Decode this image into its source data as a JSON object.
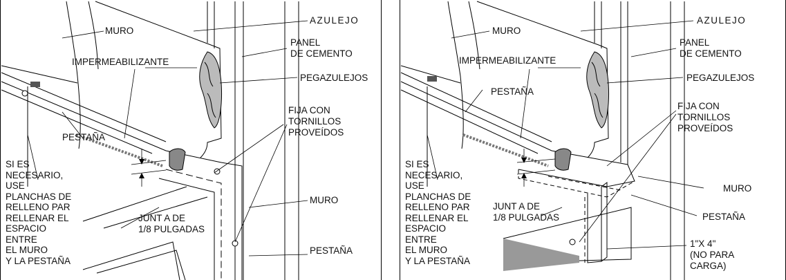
{
  "left": {
    "azulejo": "AZULEJO",
    "muro_top": "MURO",
    "panel_de_cemento": [
      "PANEL",
      "DE CEMENTO"
    ],
    "impermeabilizante": "IMPERMEABILIZANTE",
    "pegazulejos": "PEGAZULEJOS",
    "fija": [
      "FIJA CON",
      "TORNILLOS",
      "PROVEÍDOS"
    ],
    "pestana_mid": "PESTAÑA",
    "si_es": [
      "SI ES",
      "NECESARIO,",
      "USE",
      "PLANCHAS DE",
      "RELLENO PAR",
      "RELLENAR EL",
      "ESPACIO",
      "ENTRE",
      "EL MURO",
      "Y LA PESTAÑA"
    ],
    "junta": [
      "JUNT A DE",
      "1/8 PULGADAS"
    ],
    "muro_right": "MURO",
    "pestana_bottom": "PESTAÑA"
  },
  "right": {
    "azulejo": "AZULEJO",
    "muro_top": "MURO",
    "panel_de_cemento": [
      "PANEL",
      "DE CEMENTO"
    ],
    "impermeabilizante": "IMPERMEABILIZANTE",
    "pegazulejos": "PEGAZULEJOS",
    "pestana_top": "PESTAÑA",
    "fija": [
      "FIJA CON",
      "TORNILLOS",
      "PROVEÍDOS"
    ],
    "si_es": [
      "SI ES",
      "NECESARIO,",
      "USE",
      "PLANCHAS DE",
      "RELLENO PAR",
      "RELLENAR EL",
      "ESPACIO",
      "ENTRE",
      "EL MURO",
      "Y LA PESTAÑA"
    ],
    "junta": [
      "JUNT A DE",
      "1/8 PULGADAS"
    ],
    "muro_right": "MURO",
    "pestana_right": "PESTAÑA",
    "board": [
      "1\"X 4\"",
      "(NO PARA",
      "CARGA)"
    ]
  }
}
